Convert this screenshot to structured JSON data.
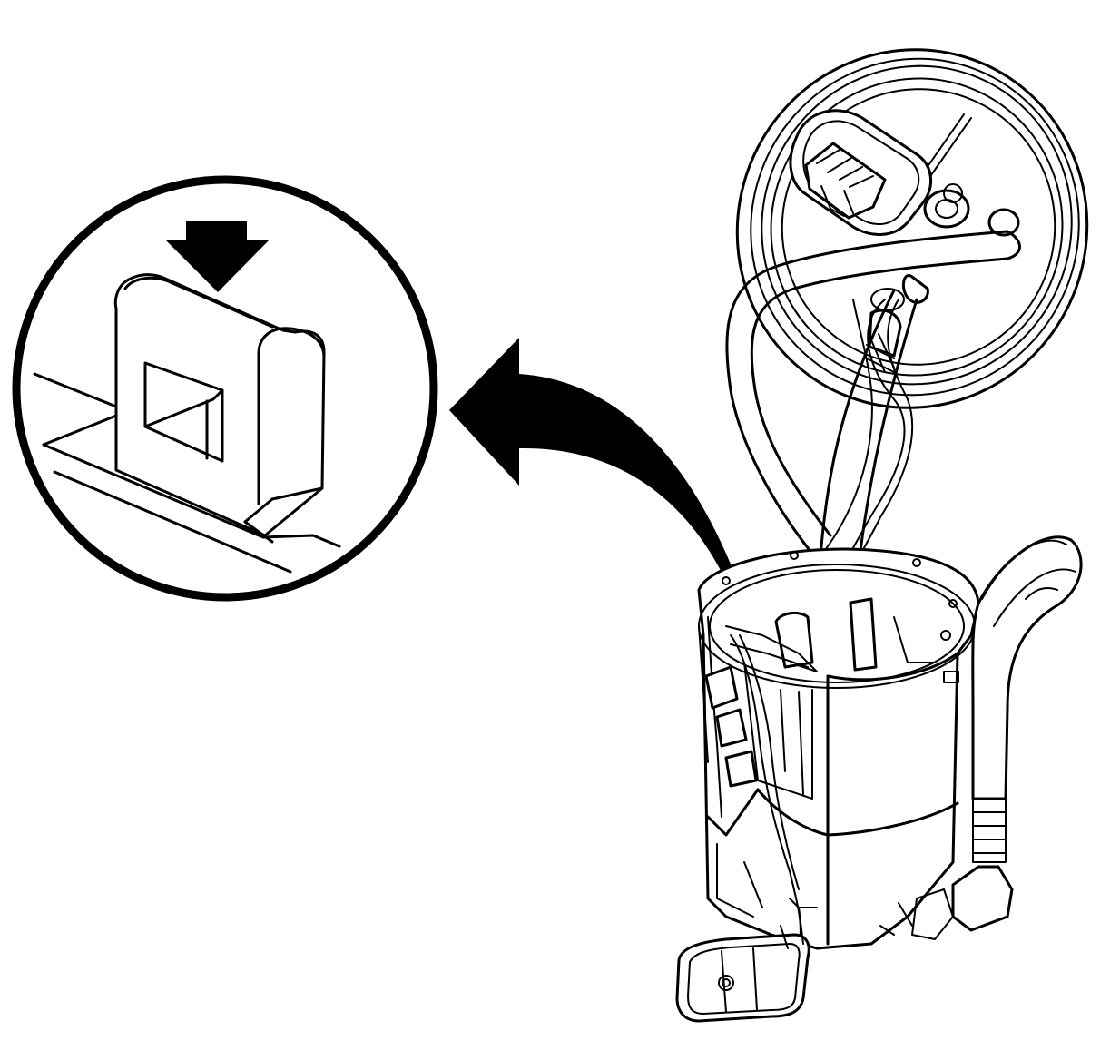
{
  "colors": {
    "line": "#000000",
    "background": "#ffffff"
  },
  "diagram": {
    "detail_view": {
      "icons": [
        "down-arrow-icon",
        "retaining-tab"
      ]
    },
    "callout": {
      "icon": "curved-arrow-icon"
    },
    "assembly": {
      "parts": [
        "flange-cover",
        "electrical-connector",
        "fuel-line",
        "wire-harness",
        "reservoir-housing",
        "fuel-level-sender",
        "hose",
        "float"
      ]
    }
  }
}
